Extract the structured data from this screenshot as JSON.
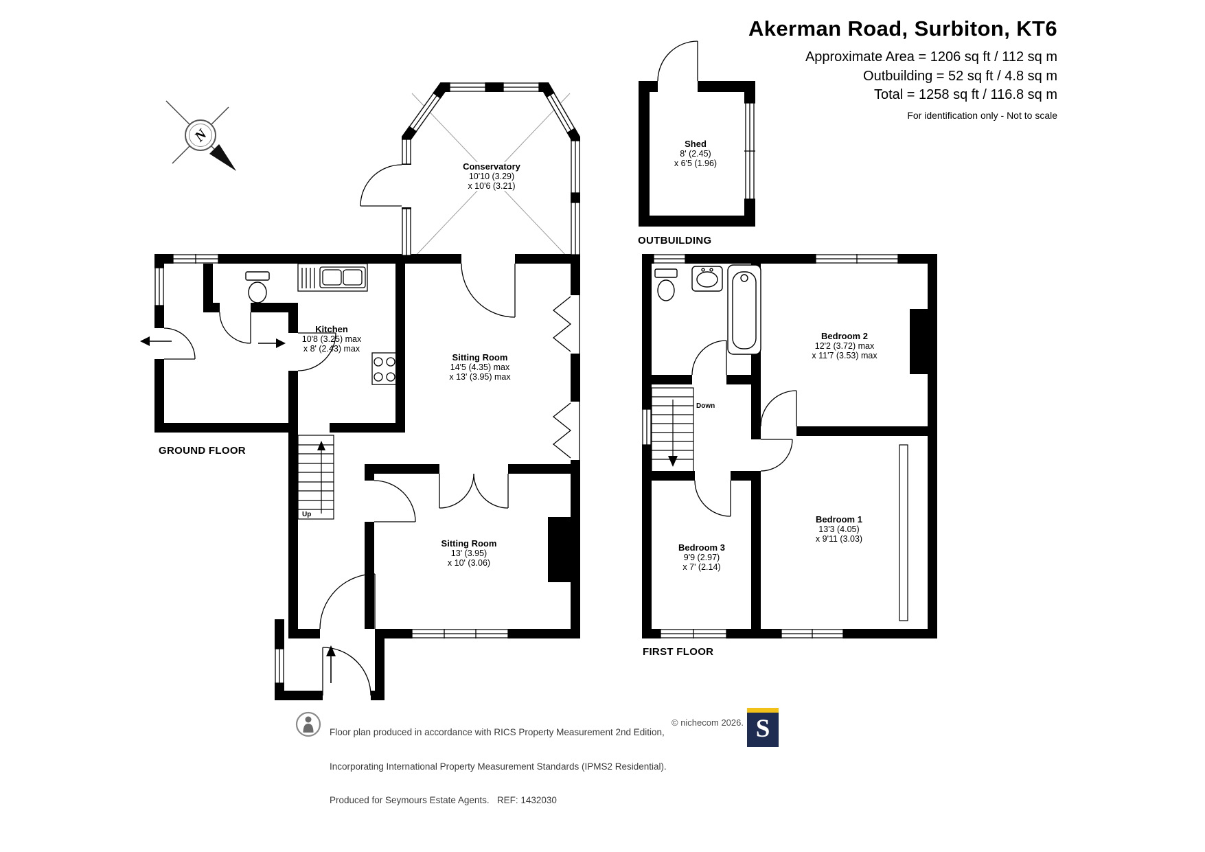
{
  "header": {
    "title": "Akerman Road, Surbiton, KT6",
    "area_lines": [
      "Approximate Area = 1206 sq ft / 112 sq m",
      "Outbuilding = 52 sq ft / 4.8 sq m",
      "Total = 1258 sq ft / 116.8 sq m"
    ],
    "disclaimer": "For identification only - Not to scale"
  },
  "compass": {
    "north_label": "N"
  },
  "floors": {
    "ground": {
      "label": "GROUND FLOOR",
      "stairs_label": "Up",
      "rooms": {
        "conservatory": {
          "name": "Conservatory",
          "dim1": "10'10 (3.29)",
          "dim2": "x 10'6 (3.21)"
        },
        "kitchen": {
          "name": "Kitchen",
          "dim1": "10'8 (3.25) max",
          "dim2": "x 8' (2.43) max"
        },
        "sitting_room_front": {
          "name": "Sitting Room",
          "dim1": "14'5 (4.35) max",
          "dim2": "x 13' (3.95) max"
        },
        "sitting_room_rear": {
          "name": "Sitting Room",
          "dim1": "13' (3.95)",
          "dim2": "x 10' (3.06)"
        }
      }
    },
    "outbuilding": {
      "label": "OUTBUILDING",
      "rooms": {
        "shed": {
          "name": "Shed",
          "dim1": "8' (2.45)",
          "dim2": "x 6'5 (1.96)"
        }
      }
    },
    "first": {
      "label": "FIRST FLOOR",
      "stairs_label": "Down",
      "rooms": {
        "bedroom2": {
          "name": "Bedroom 2",
          "dim1": "12'2 (3.72) max",
          "dim2": "x 11'7 (3.53) max"
        },
        "bedroom1": {
          "name": "Bedroom 1",
          "dim1": "13'3 (4.05)",
          "dim2": "x 9'11 (3.03)"
        },
        "bedroom3": {
          "name": "Bedroom 3",
          "dim1": "9'9 (2.97)",
          "dim2": "x 7' (2.14)"
        }
      }
    }
  },
  "footer": {
    "lines": [
      "Floor plan produced in accordance with RICS Property Measurement 2nd Edition,",
      "Incorporating International Property Measurement Standards (IPMS2 Residential).",
      "Produced for Seymours Estate Agents.   REF: 1432030"
    ],
    "copyright": "© nichecom 2026.",
    "logo_letter": "S"
  }
}
